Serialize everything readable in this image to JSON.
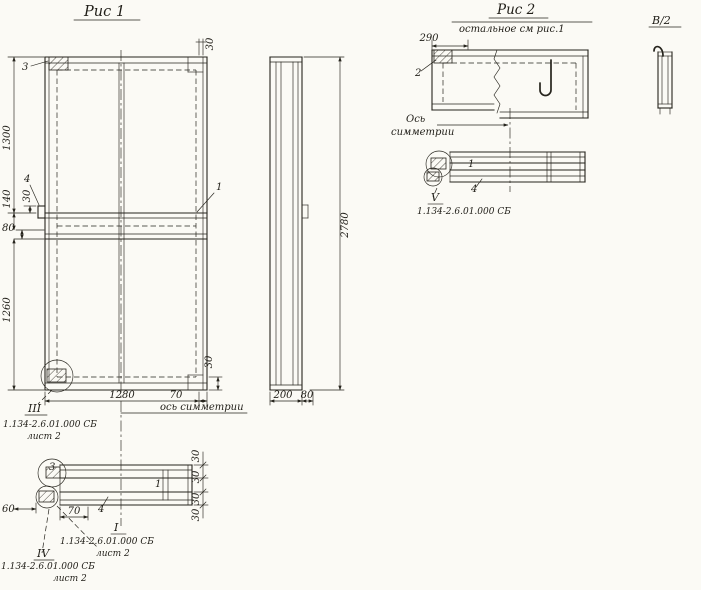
{
  "page": {
    "paper_color": "#fbfaf5",
    "ink_color": "#26241d"
  },
  "fig1": {
    "title": "Рис 1",
    "front": {
      "callout_3": "3",
      "callout_4": "4",
      "callout_1": "1",
      "axis_label": "ось симметрии"
    },
    "dims": {
      "h1300": "1300",
      "h140": "140",
      "h30_step": "30",
      "h80": "80",
      "h1260": "1260",
      "w30_top": "30",
      "h30_bottom": "30",
      "w1280": "1280",
      "w70": "70"
    },
    "side": {
      "h2780": "2780",
      "w200": "200",
      "w80": "80"
    },
    "detail_iii": {
      "mark": "III",
      "doc": "1.134-2.6.01.000 СБ",
      "sheet": "лист 2"
    },
    "section": {
      "callout_3": "3",
      "callout_1": "1",
      "callout_4": "4",
      "t30_1": "30",
      "t30_2": "30",
      "t30_3": "30",
      "t30_4": "30",
      "w60": "60",
      "w70": "70",
      "mark_i": "I",
      "doc_i": "1.134-2.6.01.000 СБ",
      "sheet_i": "лист 2",
      "mark_iv": "IV",
      "doc_iv": "1.134-2.6.01.000 СБ",
      "sheet_iv": "лист 2"
    }
  },
  "fig2": {
    "title": "Рис 2",
    "note": "остальное см рис.1",
    "dim_290": "290",
    "callout_2": "2",
    "callout_1": "1",
    "callout_4": "4",
    "axis_word1": "Ось",
    "axis_word2": "симметрии",
    "detail_v": {
      "mark": "V",
      "doc": "1.134-2.6.01.000 СБ"
    }
  },
  "view_b": {
    "title": "В/2"
  }
}
